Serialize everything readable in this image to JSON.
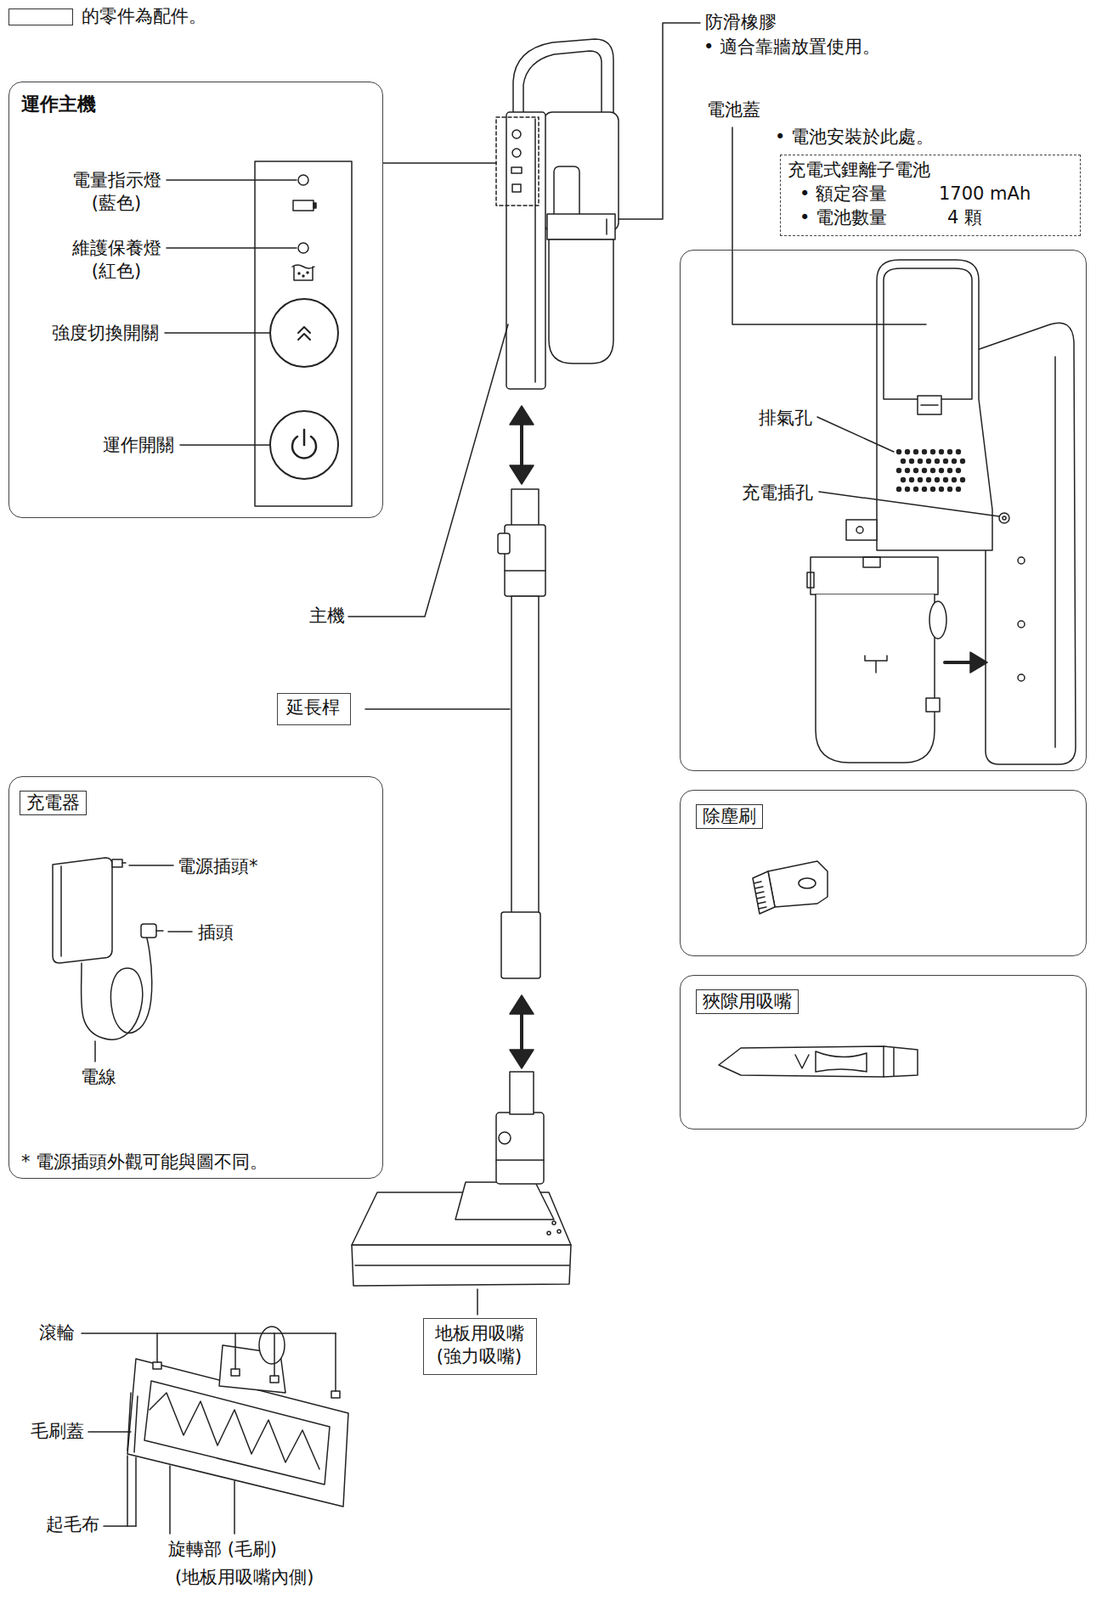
{
  "diagram": {
    "nodes": [
      {
        "text": [
          "運作主機",
          "電量指示燈 (藍色)",
          "維護保養燈 (紅色)",
          "強度切換開關",
          "運作開關"
        ]
      },
      {
        "text": [
          "充電器",
          "電源插頭*",
          "插頭",
          "電線",
          "* 電源插頭外觀可能與圖不同。"
        ]
      },
      {
        "text": [
          "排氣孔",
          "充電插孔"
        ]
      },
      {
        "text": [
          "充電式鋰離子電池",
          "• 額定容量",
          "1700 mAh",
          "• 電池數量",
          "4 顆"
        ]
      },
      {
        "text": [
          "除塵刷"
        ]
      },
      {
        "text": [
          "狹隙用吸嘴"
        ]
      },
      {
        "text": [
          "延長桿"
        ]
      },
      {
        "text": [
          "地板用吸嘴 (強力吸嘴)"
        ]
      }
    ],
    "labels": [
      "防滑橡膠",
      "• 適合靠牆放置使用。",
      "電池蓋",
      "• 電池安裝於此處。",
      "主機",
      "滾輪",
      "毛刷蓋",
      "起毛布",
      "旋轉部 (毛刷)",
      "(地板用吸嘴內側)"
    ],
    "legend": [
      {
        "text": "的零件為配件。"
      }
    ]
  }
}
